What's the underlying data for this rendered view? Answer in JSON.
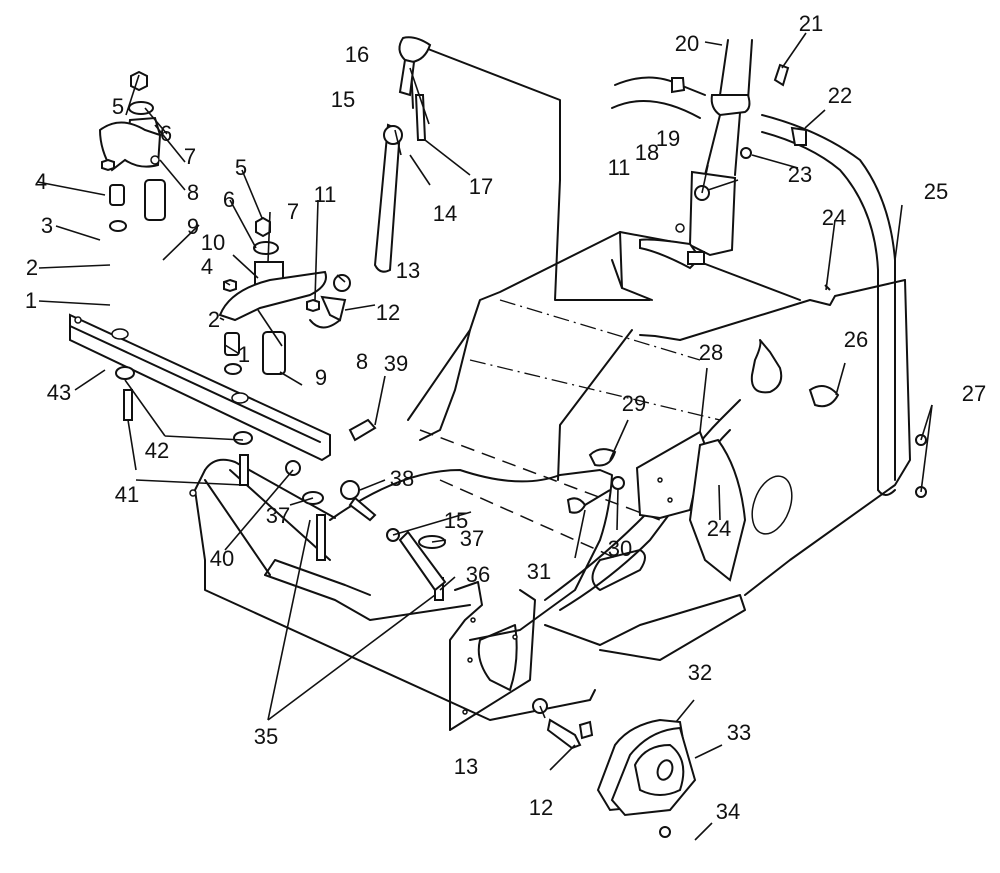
{
  "diagram": {
    "type": "exploded parts diagram",
    "subject": "steering / tie-rod linkage and frame assembly",
    "line_color": "#111111",
    "background_color": "#ffffff"
  },
  "callouts": [
    {
      "id": "1a",
      "label": "1"
    },
    {
      "id": "1b",
      "label": "1"
    },
    {
      "id": "2a",
      "label": "2"
    },
    {
      "id": "2b",
      "label": "2"
    },
    {
      "id": "3",
      "label": "3"
    },
    {
      "id": "4a",
      "label": "4"
    },
    {
      "id": "4b",
      "label": "4"
    },
    {
      "id": "5a",
      "label": "5"
    },
    {
      "id": "5b",
      "label": "5"
    },
    {
      "id": "6a",
      "label": "6"
    },
    {
      "id": "6b",
      "label": "6"
    },
    {
      "id": "7a",
      "label": "7"
    },
    {
      "id": "7b",
      "label": "7"
    },
    {
      "id": "8a",
      "label": "8"
    },
    {
      "id": "8b",
      "label": "8"
    },
    {
      "id": "9a",
      "label": "9"
    },
    {
      "id": "9b",
      "label": "9"
    },
    {
      "id": "10",
      "label": "10"
    },
    {
      "id": "11a",
      "label": "11"
    },
    {
      "id": "11b",
      "label": "11"
    },
    {
      "id": "12a",
      "label": "12"
    },
    {
      "id": "12b",
      "label": "12"
    },
    {
      "id": "13a",
      "label": "13"
    },
    {
      "id": "13b",
      "label": "13"
    },
    {
      "id": "14",
      "label": "14"
    },
    {
      "id": "15a",
      "label": "15"
    },
    {
      "id": "15b",
      "label": "15"
    },
    {
      "id": "16",
      "label": "16"
    },
    {
      "id": "17",
      "label": "17"
    },
    {
      "id": "18",
      "label": "18"
    },
    {
      "id": "19",
      "label": "19"
    },
    {
      "id": "20",
      "label": "20"
    },
    {
      "id": "21",
      "label": "21"
    },
    {
      "id": "22",
      "label": "22"
    },
    {
      "id": "23",
      "label": "23"
    },
    {
      "id": "24a",
      "label": "24"
    },
    {
      "id": "24b",
      "label": "24"
    },
    {
      "id": "25",
      "label": "25"
    },
    {
      "id": "26",
      "label": "26"
    },
    {
      "id": "27",
      "label": "27"
    },
    {
      "id": "28",
      "label": "28"
    },
    {
      "id": "29",
      "label": "29"
    },
    {
      "id": "30",
      "label": "30"
    },
    {
      "id": "31",
      "label": "31"
    },
    {
      "id": "32",
      "label": "32"
    },
    {
      "id": "33",
      "label": "33"
    },
    {
      "id": "34",
      "label": "34"
    },
    {
      "id": "35",
      "label": "35"
    },
    {
      "id": "36",
      "label": "36"
    },
    {
      "id": "37a",
      "label": "37"
    },
    {
      "id": "37b",
      "label": "37"
    },
    {
      "id": "38",
      "label": "38"
    },
    {
      "id": "39",
      "label": "39"
    },
    {
      "id": "40",
      "label": "40"
    },
    {
      "id": "41",
      "label": "41"
    },
    {
      "id": "42",
      "label": "42"
    },
    {
      "id": "43",
      "label": "43"
    }
  ]
}
